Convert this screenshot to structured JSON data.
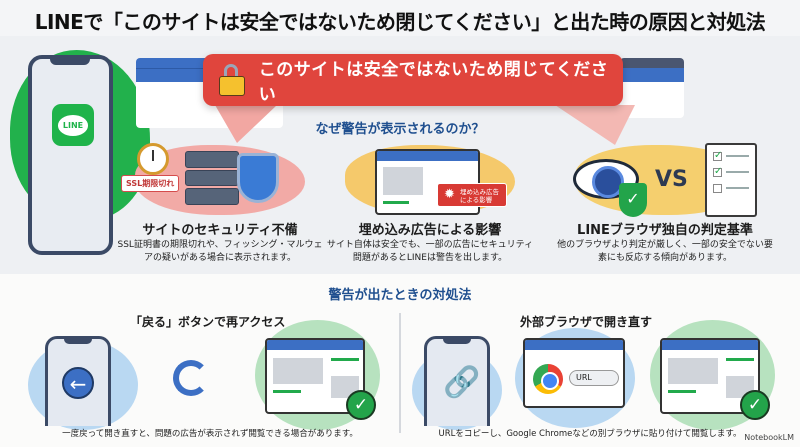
{
  "title": "LINEで「このサイトは安全ではないため閉じてください」と出た時の原因と対処法",
  "warning_banner": {
    "icon": "broken-lock-icon",
    "text": "このサイトは安全ではないため閉じてください"
  },
  "phone_app": {
    "label": "LINE"
  },
  "why_heading": "なぜ警告が表示されるのか？",
  "causes": [
    {
      "title": "サイトのセキュリティ不備",
      "badge": "SSL期限切れ",
      "description": "SSL証明書の期限切れや、フィッシング・マルウェアの疑いがある場合に表示されます。",
      "icons": [
        "clock-icon",
        "server-icon",
        "shield-icon"
      ]
    },
    {
      "title": "埋め込み広告による影響",
      "badge": "埋め込み広告による影響",
      "description": "サイト自体は安全でも、一部の広告にセキュリティ問題があるとLINEは警告を出します。",
      "icons": [
        "browser-icon",
        "virus-icon"
      ]
    },
    {
      "title": "LINEブラウザ独自の判定基準",
      "vs_label": "VS",
      "description": "他のブラウザより判定が厳しく、一部の安全でない要素にも反応する傾向があります。",
      "icons": [
        "eye-icon",
        "shield-check-icon",
        "checklist-icon"
      ]
    }
  ],
  "solutions_heading": "警告が出たときの対処法",
  "solutions": [
    {
      "title": "「戻る」ボタンで再アクセス",
      "description": "一度戻って開き直すと、問題の広告が表示されず閲覧できる場合があります。",
      "icons": [
        "back-button-icon",
        "refresh-icon",
        "browser-check-icon"
      ]
    },
    {
      "title": "外部ブラウザで開き直す",
      "url_field": "URL",
      "description": "URLをコピーし、Google Chromeなどの別ブラウザに貼り付けて閲覧します。",
      "icons": [
        "link-icon",
        "chrome-icon",
        "browser-check-icon"
      ]
    }
  ],
  "credit": "NotebookLM",
  "colors": {
    "banner_red": "#e0453d",
    "heading_blue": "#1f4f8f",
    "line_green": "#1fb34a",
    "check_green": "#23a44a"
  }
}
